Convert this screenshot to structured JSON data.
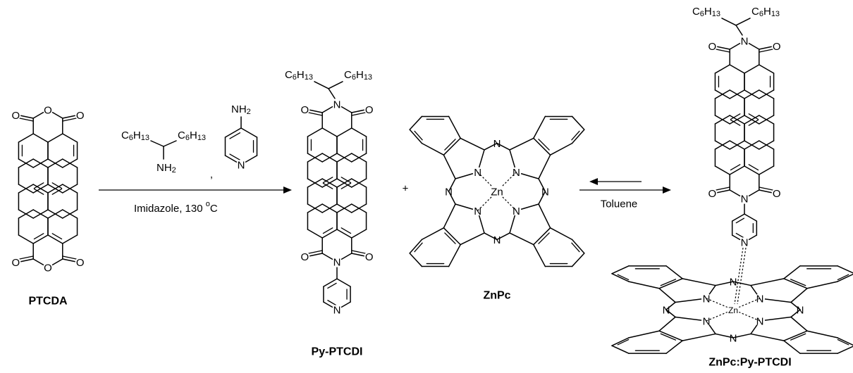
{
  "labels": {
    "ptcda": "PTCDA",
    "py_ptcdi": "Py-PTCDI",
    "znpc": "ZnPc",
    "complex": "ZnPc:Py-PTCDI"
  },
  "atoms": {
    "oxygen": "O",
    "nitrogen": "N",
    "zinc": "Zn",
    "plus": "+",
    "comma": ","
  },
  "reagents": {
    "alkyl_group": "C",
    "alkyl_sub_c": "6",
    "alkyl_h": "H",
    "alkyl_sub_h": "13",
    "amine_nh": "NH",
    "amine_sub": "2"
  },
  "conditions": {
    "step1_conditions": "Imidazole, 130 ",
    "step1_deg": "o",
    "step1_unit": "C",
    "step2_solvent": "Toluene"
  }
}
